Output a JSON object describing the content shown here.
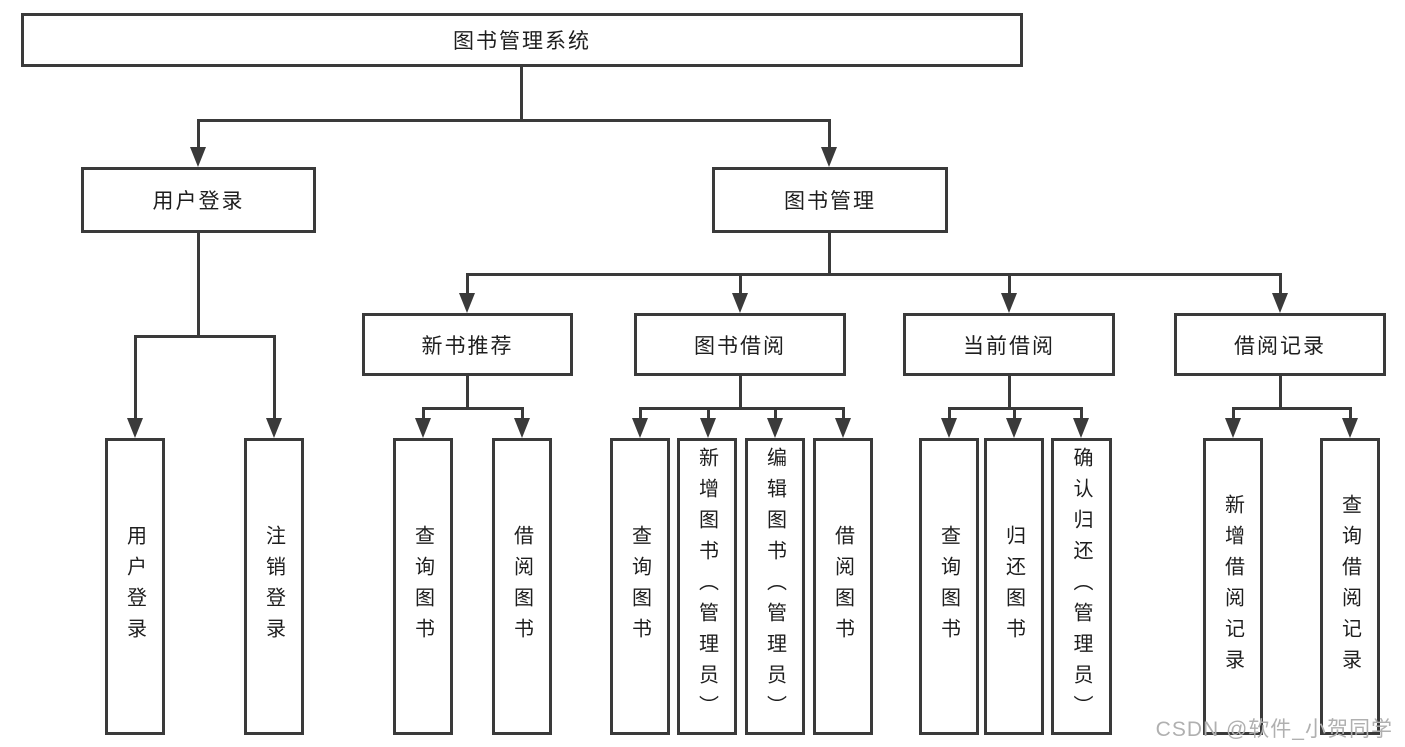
{
  "diagram_title": "图书管理系统",
  "nodes": {
    "root": "图书管理系统",
    "user_login": "用户登录",
    "book_management": "图书管理",
    "new_book_recommend": "新书推荐",
    "book_borrow": "图书借阅",
    "current_borrow": "当前借阅",
    "borrow_records": "借阅记录"
  },
  "leaves": {
    "user_login": "用户登录",
    "logout_login": "注销登录",
    "nb_query_books": "查询图书",
    "nb_borrow_books": "借阅图书",
    "bb_query_books": "查询图书",
    "bb_add_books_admin": "新增图书（管理员）",
    "bb_edit_books_admin": "编辑图书（管理员）",
    "bb_borrow_books": "借阅图书",
    "cb_query_books": "查询图书",
    "cb_return_books": "归还图书",
    "cb_confirm_return_admin": "确认归还（管理员）",
    "br_add_record": "新增借阅记录",
    "br_query_record": "查询借阅记录"
  },
  "watermark": "CSDN @软件_小贺同学",
  "colors": {
    "line": "#3a3a3a",
    "text": "#1e1e1e",
    "watermark": "#b0b0b0",
    "background": "#ffffff"
  }
}
